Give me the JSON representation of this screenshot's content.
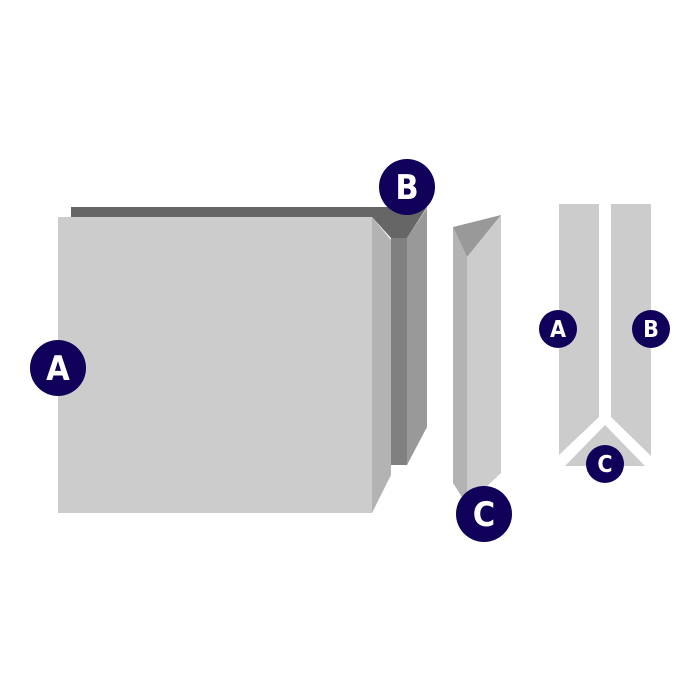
{
  "labels": {
    "main_a": "A",
    "main_b": "B",
    "main_c": "C",
    "section_a": "A",
    "section_b": "B",
    "section_c": "C"
  },
  "colors": {
    "badge": "#10005a",
    "light": "#cccccc",
    "mid_light": "#b3b3b3",
    "mid": "#999999",
    "dark": "#808080",
    "darker": "#666666"
  }
}
